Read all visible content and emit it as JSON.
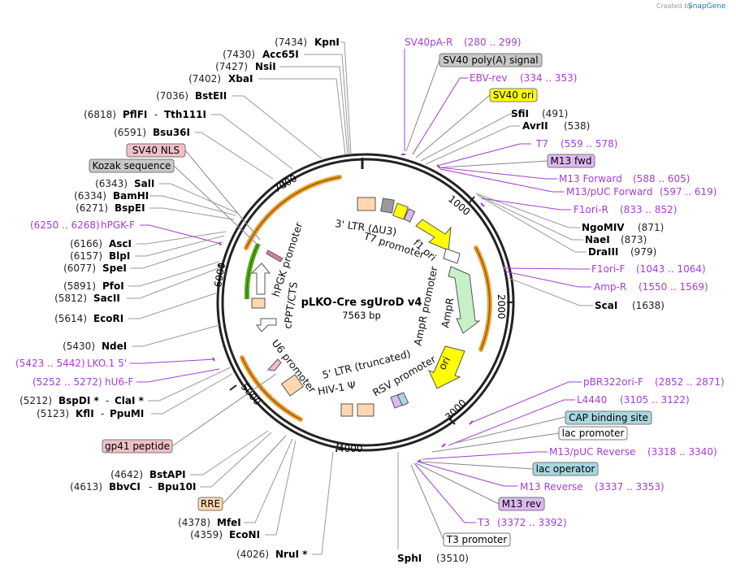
{
  "header": {
    "credit_prefix": "Created by",
    "credit_brand": "SnapGene"
  },
  "plasmid": {
    "name": "pLKO-Cre sgUroD v4",
    "length_label": "7563 bp"
  },
  "map_ticks": [
    "1000",
    "2000",
    "3000",
    "4000",
    "5000",
    "6000",
    "7000"
  ],
  "enzymes": [
    {
      "pos": "(7434)",
      "name": "KpnI"
    },
    {
      "pos": "(7430)",
      "name": "Acc65I"
    },
    {
      "pos": "(7427)",
      "name": "NsiI"
    },
    {
      "pos": "(7402)",
      "name": "XbaI"
    },
    {
      "pos": "(7036)",
      "name": "BstEII"
    },
    {
      "pos": "(6818)",
      "name": "PflFI",
      "name2": "Tth111I"
    },
    {
      "pos": "(6591)",
      "name": "Bsu36I"
    },
    {
      "pos": "(6343)",
      "name": "SalI"
    },
    {
      "pos": "(6334)",
      "name": "BamHI"
    },
    {
      "pos": "(6271)",
      "name": "BspEI"
    },
    {
      "pos": "(6166)",
      "name": "AscI"
    },
    {
      "pos": "(6157)",
      "name": "BlpI"
    },
    {
      "pos": "(6077)",
      "name": "SpeI"
    },
    {
      "pos": "(5891)",
      "name": "PfoI"
    },
    {
      "pos": "(5812)",
      "name": "SacII"
    },
    {
      "pos": "(5614)",
      "name": "EcoRI"
    },
    {
      "pos": "(5430)",
      "name": "NdeI"
    },
    {
      "pos": "(5212)",
      "name": "BspDI *",
      "name2": "ClaI *"
    },
    {
      "pos": "(5123)",
      "name": "KflI",
      "name2": "PpuMI"
    },
    {
      "pos": "(4642)",
      "name": "BstAPI"
    },
    {
      "pos": "(4613)",
      "name": "BbvCI",
      "name2": "Bpu10I"
    },
    {
      "pos": "(4378)",
      "name": "MfeI"
    },
    {
      "pos": "(4359)",
      "name": "EcoNI"
    },
    {
      "pos": "(4026)",
      "name": "NruI *"
    },
    {
      "pos": "(3510)",
      "name": "SphI"
    },
    {
      "pos": "(491)",
      "name": "SfiI"
    },
    {
      "pos": "(538)",
      "name": "AvrII"
    },
    {
      "pos": "(871)",
      "name": "NgoMIV"
    },
    {
      "pos": "(873)",
      "name": "NaeI"
    },
    {
      "pos": "(979)",
      "name": "DraIII"
    },
    {
      "pos": "(1638)",
      "name": "ScaI"
    }
  ],
  "primers": [
    {
      "name": "SV40pA-R",
      "range": "(280 .. 299)"
    },
    {
      "name": "EBV-rev",
      "range": "(334 .. 353)"
    },
    {
      "name": "T7",
      "range": "(559 .. 578)"
    },
    {
      "name": "M13 Forward",
      "range": "(588 .. 605)"
    },
    {
      "name": "M13/pUC Forward",
      "range": "(597 .. 619)"
    },
    {
      "name": "F1ori-R",
      "range": "(833 .. 852)"
    },
    {
      "name": "F1ori-F",
      "range": "(1043 .. 1064)"
    },
    {
      "name": "Amp-R",
      "range": "(1550 .. 1569)"
    },
    {
      "name": "pBR322ori-F",
      "range": "(2852 .. 2871)"
    },
    {
      "name": "L4440",
      "range": "(3105 .. 3122)"
    },
    {
      "name": "M13/pUC Reverse",
      "range": "(3318 .. 3340)"
    },
    {
      "name": "M13 Reverse",
      "range": "(3337 .. 3353)"
    },
    {
      "name": "T3",
      "range": "(3372 .. 3392)"
    },
    {
      "name": "hPGK-F",
      "range": "(6250 .. 6268)"
    },
    {
      "name": "LKO.1 5'",
      "range": "(5423 .. 5442)"
    },
    {
      "name": "hU6-F",
      "range": "(5252 .. 5272)"
    }
  ],
  "boxed_features": [
    {
      "label": "SV40 poly(A) signal",
      "fill": "#c8c8c8"
    },
    {
      "label": "SV40 ori",
      "fill": "#ffff00"
    },
    {
      "label": "M13 fwd",
      "fill": "#ddb8f0"
    },
    {
      "label": "CAP binding site",
      "fill": "#a8d8e0"
    },
    {
      "label": "lac promoter",
      "fill": "#ffffff"
    },
    {
      "label": "lac operator",
      "fill": "#a8d8e0"
    },
    {
      "label": "M13 rev",
      "fill": "#ddb8f0"
    },
    {
      "label": "T3 promoter",
      "fill": "#ffffff"
    },
    {
      "label": "SV40 NLS",
      "fill": "#f0c0c8"
    },
    {
      "label": "Kozak sequence",
      "fill": "#c8c8c8"
    },
    {
      "label": "gp41 peptide",
      "fill": "#f0c0c8"
    },
    {
      "label": "RRE",
      "fill": "#ffd8b0"
    }
  ],
  "inner_features": {
    "ltr3": "3' LTR (ΔU3)",
    "t7": "T7 promoter",
    "f1ori": "f1 ori",
    "amppro": "AmpR promoter",
    "ampr": "AmpR",
    "ori": "ori",
    "rsv": "RSV promoter",
    "ltr5": "5' LTR (truncated)",
    "hiv": "HIV-1 Ψ",
    "u6": "U6 promoter",
    "cppt": "cPPT/CTS",
    "hpgk": "hPGK promoter"
  },
  "colors": {
    "backbone": "#222222",
    "primer": "#a63dd6",
    "orange_arc": "#f0a030",
    "green_arc": "#5aaa1a",
    "ampr_fill": "#c8f0c8",
    "ori_fill": "#ffff00"
  }
}
